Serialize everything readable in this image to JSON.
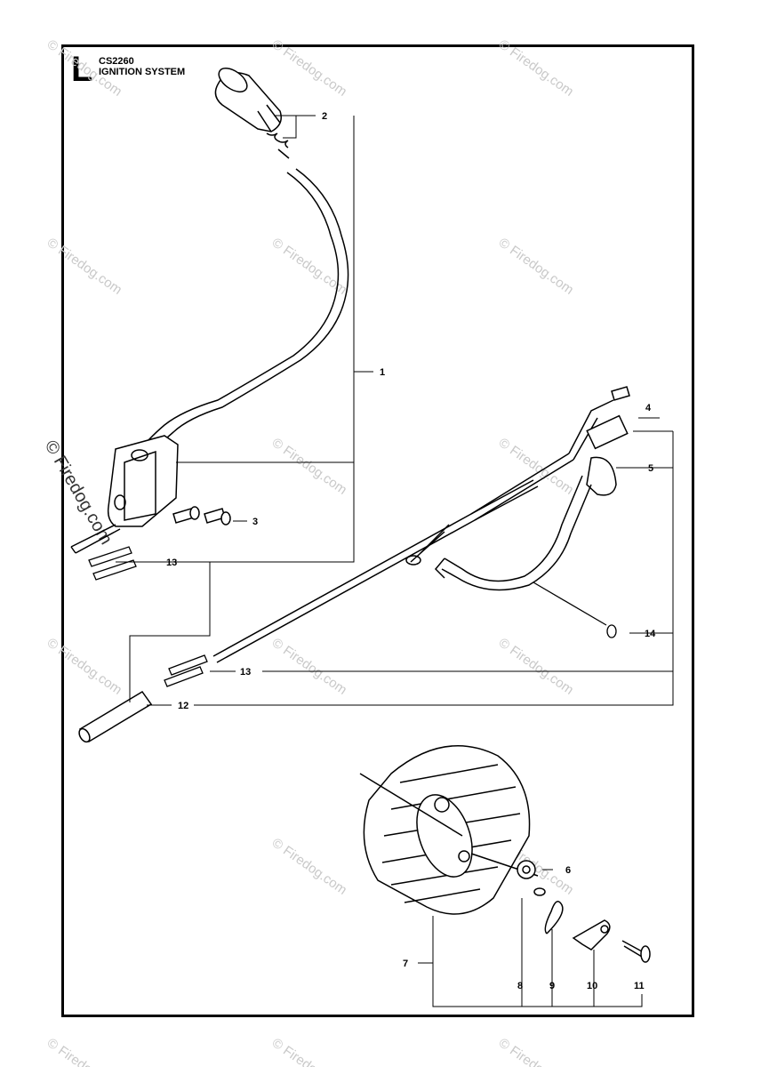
{
  "header": {
    "section_letter": "L",
    "model": "CS2260",
    "title": "IGNITION SYSTEM"
  },
  "watermark": {
    "text": "© Firedog.com",
    "color": "#c9c9c9"
  },
  "callouts": [
    "1",
    "2",
    "3",
    "4",
    "5",
    "6",
    "7",
    "8",
    "9",
    "10",
    "11",
    "12",
    "13",
    "13",
    "14"
  ],
  "colors": {
    "line": "#000000",
    "frame": "#000000",
    "background": "#ffffff"
  }
}
